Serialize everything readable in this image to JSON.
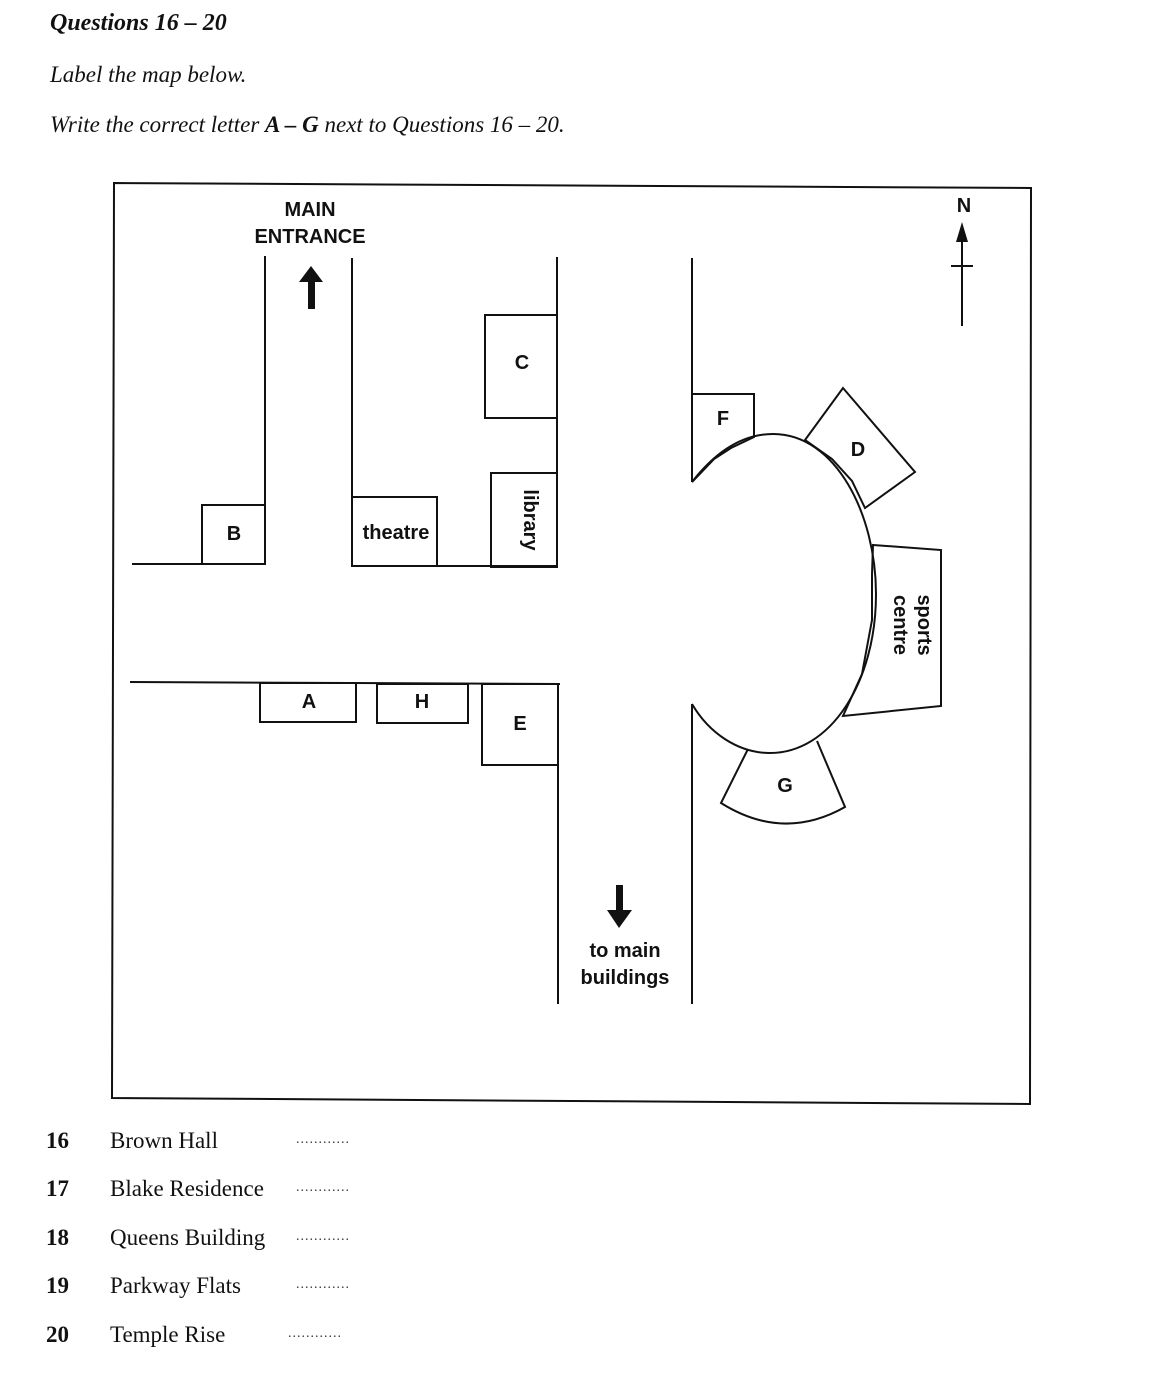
{
  "heading": "Questions 16 – 20",
  "instructions": {
    "line1": "Label the map below.",
    "line2_pre": "Write the correct letter ",
    "line2_bold": "A – G",
    "line2_post": " next to Questions 16 – 20."
  },
  "map": {
    "main_entrance_line1": "MAIN",
    "main_entrance_line2": "ENTRANCE",
    "north": "N",
    "theatre": "theatre",
    "library": "library",
    "sports_line1": "sports",
    "sports_line2": "centre",
    "to_main_line1": "to main",
    "to_main_line2": "buildings",
    "letters": {
      "A": "A",
      "B": "B",
      "C": "C",
      "D": "D",
      "E": "E",
      "F": "F",
      "G": "G",
      "H": "H"
    }
  },
  "questions": [
    {
      "number": "16",
      "text": "Brown Hall",
      "blank": "............"
    },
    {
      "number": "17",
      "text": "Blake Residence",
      "blank": "............"
    },
    {
      "number": "18",
      "text": "Queens Building",
      "blank": "............"
    },
    {
      "number": "19",
      "text": "Parkway Flats",
      "blank": "............"
    },
    {
      "number": "20",
      "text": "Temple Rise",
      "blank": "............"
    }
  ]
}
